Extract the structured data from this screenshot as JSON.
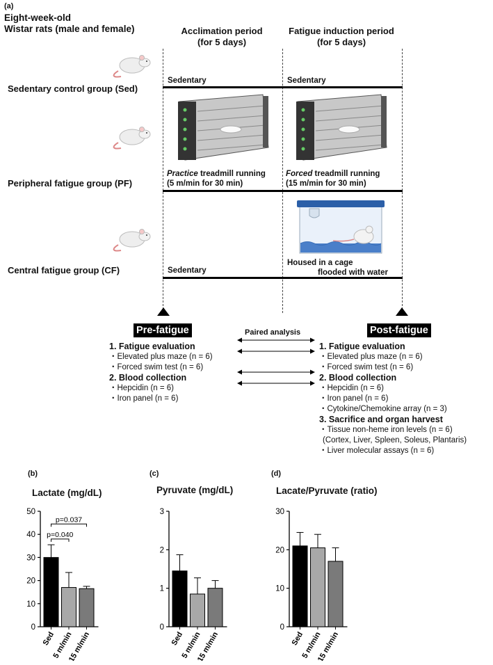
{
  "panel_labels": {
    "a": "(a)",
    "b": "(b)",
    "c": "(c)",
    "d": "(d)"
  },
  "header": {
    "rats_line1": "Eight-week-old",
    "rats_line2": "Wistar rats (male and female)",
    "acclimation_line1": "Acclimation period",
    "acclimation_line2": "(for 5 days)",
    "fatigue_line1": "Fatigue induction period",
    "fatigue_line2": "(for 5 days)"
  },
  "groups": {
    "sed": "Sedentary control group (Sed)",
    "pf": "Peripheral fatigue group (PF)",
    "cf": "Central fatigue group (CF)"
  },
  "labels": {
    "sedentary": "Sedentary",
    "practice_em": "Practice",
    "practice_rest": " treadmill running",
    "practice_line2": "(5 m/min for 30 min)",
    "forced_em": "Forced",
    "forced_rest": " treadmill running",
    "forced_line2": "(15 m/min for 30 min)",
    "housed_line1": "Housed in a cage",
    "housed_line2": "flooded with water"
  },
  "pre_fatigue": "Pre-fatigue",
  "post_fatigue": "Post-fatigue",
  "paired_analysis": "Paired analysis",
  "pre_list": {
    "h1": "1. Fatigue evaluation",
    "i1": "・Elevated plus maze (n = 6)",
    "i2": "・Forced swim test (n = 6)",
    "h2": "2. Blood collection",
    "i3": "・Hepcidin (n = 6)",
    "i4": "・Iron panel (n = 6)"
  },
  "post_list": {
    "h1": "1. Fatigue evaluation",
    "i1": "・Elevated plus maze (n = 6)",
    "i2": "・Forced swim test (n = 6)",
    "h2": "2. Blood collection",
    "i3": "・Hepcidin (n = 6)",
    "i4": "・Iron panel (n = 6)",
    "i5": "・Cytokine/Chemokine array (n = 3)",
    "h3": "3. Sacrifice and organ harvest",
    "i6": "・Tissue non-heme iron levels (n = 6)",
    "i7": "(Cortex, Liver, Spleen, Soleus, Plantaris)",
    "i8": "・Liver molecular assays (n = 6)"
  },
  "colors": {
    "bar_sed": "#000000",
    "bar_5": "#a8a8a8",
    "bar_15": "#7a7a7a",
    "cage_lid": "#2b5fa8",
    "water": "#4a7fc9"
  },
  "chart_data": [
    {
      "type": "bar",
      "title": "Lactate (mg/dL)",
      "categories": [
        "Sed",
        "5 m/min",
        "15 m/min"
      ],
      "values": [
        30,
        17,
        16.5
      ],
      "errors": [
        5.5,
        6.5,
        1
      ],
      "ylim": [
        0,
        50
      ],
      "yticks": [
        0,
        10,
        20,
        30,
        40,
        50
      ],
      "annotations": [
        {
          "from": 0,
          "to": 1,
          "text": "p=0.040"
        },
        {
          "from": 0,
          "to": 2,
          "text": "p=0.037"
        }
      ]
    },
    {
      "type": "bar",
      "title": "Pyruvate (mg/dL)",
      "categories": [
        "Sed",
        "5 m/min",
        "15 m/min"
      ],
      "values": [
        1.45,
        0.85,
        1.0
      ],
      "errors": [
        0.42,
        0.42,
        0.2
      ],
      "ylim": [
        0,
        3
      ],
      "yticks": [
        0,
        1,
        2,
        3
      ],
      "annotations": []
    },
    {
      "type": "bar",
      "title": "Lacate/Pyruvate (ratio)",
      "categories": [
        "Sed",
        "5 m/min",
        "15 m/min"
      ],
      "values": [
        21,
        20.5,
        17
      ],
      "errors": [
        3.5,
        3.5,
        3.5
      ],
      "ylim": [
        0,
        30
      ],
      "yticks": [
        0,
        10,
        20,
        30
      ],
      "annotations": []
    }
  ]
}
